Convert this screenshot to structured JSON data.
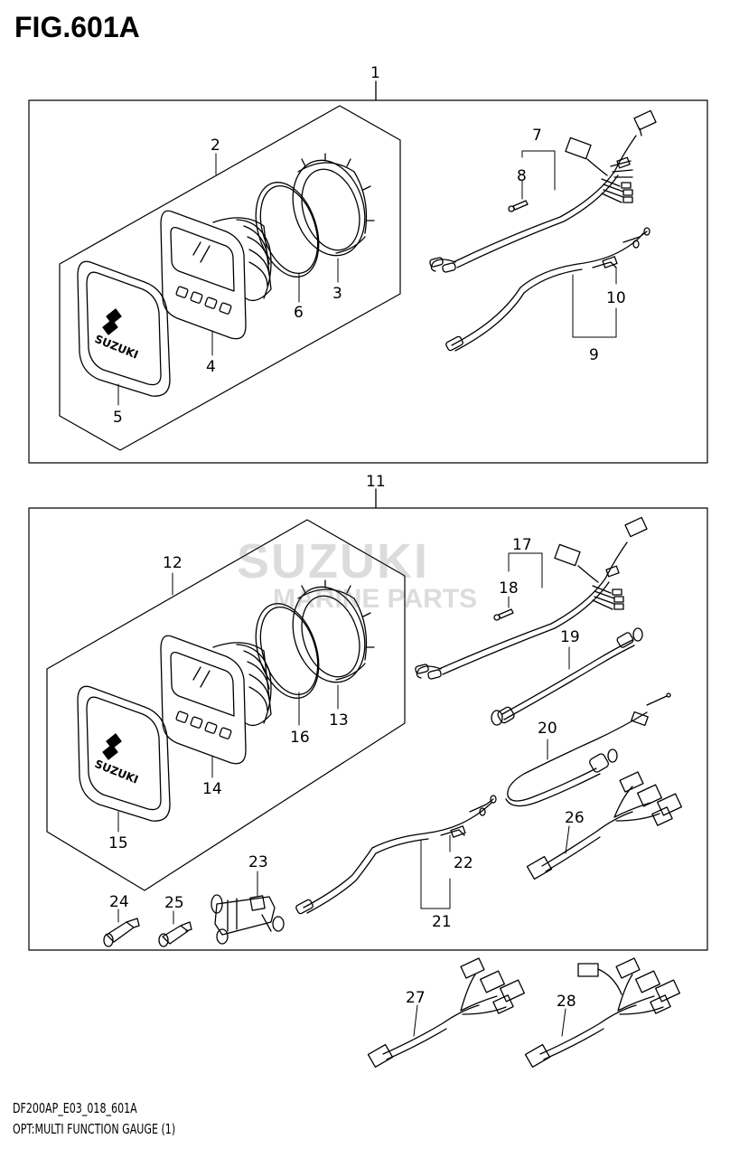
{
  "figure": {
    "title": "FIG.601A",
    "code": "DF200AP_E03_018_601A",
    "description": "OPT:MULTI FUNCTION GAUGE (1)"
  },
  "watermark": {
    "line1": "SUZUKI",
    "line2": "MARINE PARTS"
  },
  "callouts": {
    "c1": "1",
    "c2": "2",
    "c3": "3",
    "c4": "4",
    "c5": "5",
    "c6": "6",
    "c7": "7",
    "c8": "8",
    "c9": "9",
    "c10": "10",
    "c11": "11",
    "c12": "12",
    "c13": "13",
    "c14": "14",
    "c15": "15",
    "c16": "16",
    "c17": "17",
    "c18": "18",
    "c19": "19",
    "c20": "20",
    "c21": "21",
    "c22": "22",
    "c23": "23",
    "c24": "24",
    "c25": "25",
    "c26": "26",
    "c27": "27",
    "c28": "28"
  },
  "logo_text": "SUZUKI"
}
